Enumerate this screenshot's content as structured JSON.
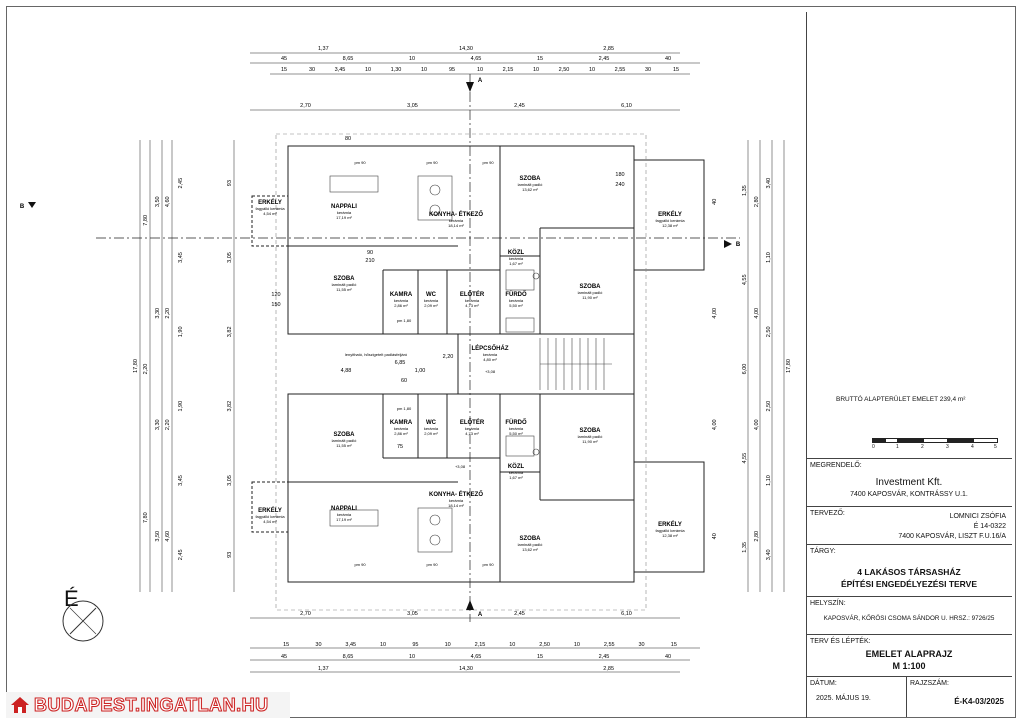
{
  "top_dims": {
    "row1": [
      "1,37",
      "14,30",
      "2,85"
    ],
    "row2": [
      "45",
      "8,65",
      "10",
      "4,65",
      "15",
      "2,45",
      "40"
    ],
    "row3": [
      "15",
      "30",
      "3,45",
      "10",
      "1,30",
      "10",
      "95",
      "10",
      "2,15",
      "10",
      "2,50",
      "10",
      "2,55",
      "30",
      "15"
    ],
    "row4": [
      "2,70",
      "3,05",
      "2,45",
      "6,10"
    ]
  },
  "bottom_dims": {
    "row4": [
      "2,70",
      "3,05",
      "2,45",
      "6,10"
    ],
    "row3": [
      "15",
      "30",
      "3,45",
      "10",
      "95",
      "10",
      "2,15",
      "10",
      "2,50",
      "10",
      "2,55",
      "30",
      "15"
    ],
    "row2": [
      "45",
      "8,65",
      "10",
      "4,65",
      "15",
      "2,45",
      "40"
    ],
    "row1": [
      "1,37",
      "14,30",
      "2,85"
    ]
  },
  "left_dims": {
    "total": "17,80",
    "a": [
      "7,80",
      "2,20",
      "7,80"
    ],
    "b": [
      "3,50",
      "3,30",
      "3,30",
      "3,50"
    ],
    "c": [
      "4,60",
      "2,20",
      "2,20",
      "4,60"
    ],
    "d": [
      "2,45",
      "3,45",
      "1,90",
      "1,90",
      "3,45",
      "2,45"
    ],
    "e": [
      "93",
      "3,05",
      "3,82",
      "3,82",
      "3,05",
      "93"
    ]
  },
  "right_dims": {
    "total": "17,80",
    "a": [
      "1,35",
      "4,55",
      "6,00",
      "4,55",
      "1,35"
    ],
    "b": [
      "2,80",
      "4,00",
      "4,00",
      "2,80"
    ],
    "c": [
      "3,40",
      "1,10",
      "2,50",
      "2,50",
      "1,10",
      "3,40"
    ],
    "d": [
      "40",
      "4,00",
      "4,00",
      "40"
    ]
  },
  "section_labels": {
    "b_left": "B",
    "b_right": "B",
    "a_top": "A",
    "a_bottom": "A"
  },
  "rooms": [
    {
      "name": "ERKÉLY",
      "material": "fagyálló kerámia",
      "area": "4,54 m²"
    },
    {
      "name": "NAPPALI",
      "material": "kerámia",
      "area": "17,19 m²"
    },
    {
      "name": "KONYHA- ÉTKEZŐ",
      "material": "kerámia",
      "area": "18,14 m²"
    },
    {
      "name": "SZOBA",
      "material": "laminált padló",
      "area": "13,62 m²"
    },
    {
      "name": "ERKÉLY",
      "material": "fagyálló kerámia",
      "area": "12,38 m²"
    },
    {
      "name": "KÖZL",
      "material": "kerámia",
      "area": "1,67 m²"
    },
    {
      "name": "SZOBA",
      "material": "laminált padló",
      "area": "11,55 m²"
    },
    {
      "name": "KAMRA",
      "material": "kerámia",
      "area": "2,86 m²"
    },
    {
      "name": "WC",
      "material": "kerámia",
      "area": "2,09 m²"
    },
    {
      "name": "ELŐTÉR",
      "material": "kerámia",
      "area": "4,73 m²"
    },
    {
      "name": "FÜRDŐ",
      "material": "kerámia",
      "area": "5,50 m²"
    },
    {
      "name": "SZOBA",
      "material": "laminált padló",
      "area": "11,90 m²"
    },
    {
      "name": "LÉPCSŐHÁZ",
      "material": "kerámia",
      "area": "4,80 m²"
    }
  ],
  "notes": {
    "hatch_note": "lenyitható, hőszigetelt padlásfeljáró",
    "level_a": "+3,08",
    "level_b": "+3,08",
    "pm90": "pm 90",
    "pm180": "pm 1,80",
    "d685": "6,85",
    "d488": "4,88",
    "d100": "1,00",
    "d220": "2,20",
    "d90": "90",
    "d210": "210",
    "d180": "180",
    "d240": "240",
    "d120": "120",
    "d150": "150",
    "d60": "60",
    "d75": "75",
    "d80": "80"
  },
  "north_label": "É",
  "area_note": "BRUTTÓ ALAPTERÜLET EMELET 239,4 m²",
  "scale_numbers": [
    "0",
    "1",
    "2",
    "3",
    "4",
    "5"
  ],
  "title_block": {
    "client_label": "MEGRENDELŐ:",
    "client_name": "Investment Kft.",
    "client_address": "7400 KAPOSVÁR, KONTRÁSSY U.1.",
    "designer_label": "TERVEZŐ:",
    "designer_name": "LOMNICI ZSÓFIA",
    "designer_id": "É 14-0322",
    "designer_address": "7400 KAPOSVÁR, LISZT F.U.16/A",
    "subject_label": "TÁRGY:",
    "subject_line1": "4 LAKÁSOS TÁRSASHÁZ",
    "subject_line2": "ÉPÍTÉSI ENGEDÉLYEZÉSI TERVE",
    "location_label": "HELYSZÍN:",
    "location_value": "KAPOSVÁR, KŐRÖSI CSOMA SÁNDOR U. HRSZ.: 9726/25",
    "plan_label": "TERV ÉS LÉPTÉK:",
    "plan_line1": "EMELET ALAPRAJZ",
    "plan_line2": "M 1:100",
    "date_label": "DÁTUM:",
    "date_value": "2025. MÁJUS 19.",
    "drawing_no_label": "RAJZSZÁM:",
    "drawing_no_value": "É-K4-03/2025"
  },
  "watermark": "BUDAPEST.INGATLAN.HU",
  "colors": {
    "line": "#222222",
    "wall": "#555555",
    "watermark_red": "#cc2222"
  }
}
